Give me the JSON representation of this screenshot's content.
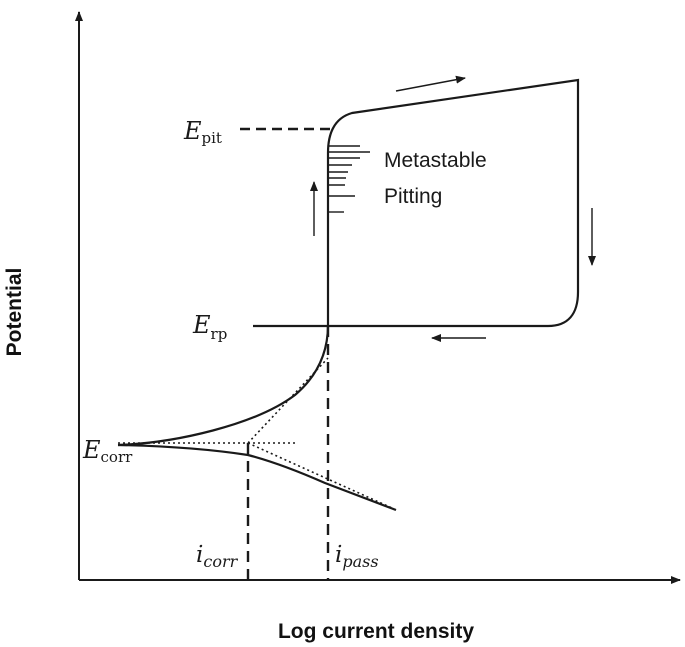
{
  "axes": {
    "x_title": "Log current density",
    "y_title": "Potential"
  },
  "labels": {
    "e_pit": {
      "main": "E",
      "sub": "pit"
    },
    "e_rp": {
      "main": "E",
      "sub": "rp"
    },
    "e_corr": {
      "main": "E",
      "sub": "corr"
    },
    "i_corr": {
      "main": "i",
      "sub": "corr"
    },
    "i_pass": {
      "main": "i",
      "sub": "pass"
    },
    "metastable": "Metastable",
    "pitting": "Pitting"
  }
}
